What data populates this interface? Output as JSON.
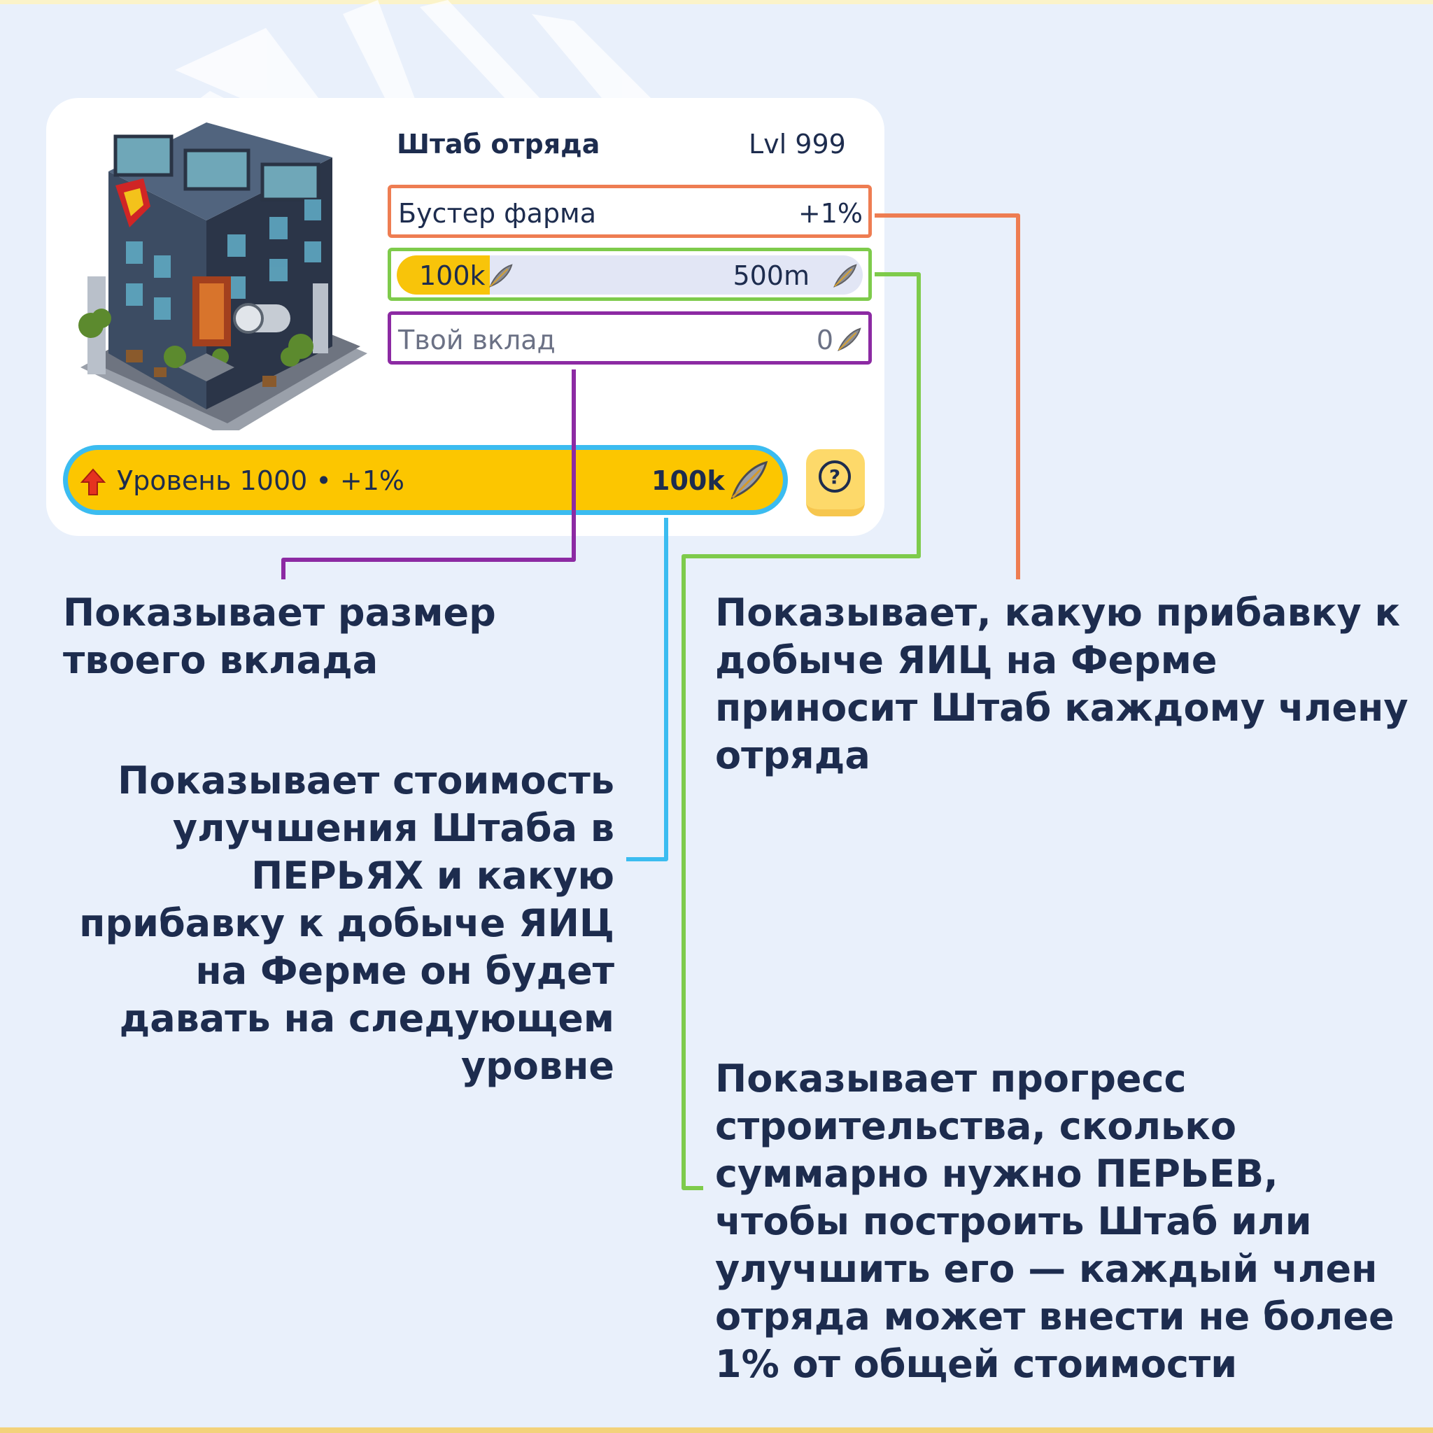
{
  "card": {
    "title": "Штаб отряда",
    "level": "Lvl  999",
    "booster_label": "Бустер фарма",
    "booster_value": "+1%",
    "progress": {
      "current": "100k",
      "total": "500m",
      "fill_fraction": 0.2
    },
    "contribution_label": "Твой вклад",
    "contribution_value": "0",
    "upgrade_label": "Уровень 1000 • +1%",
    "upgrade_cost": "100k",
    "help_symbol": "?"
  },
  "icons": [
    "building-image",
    "feather-icon",
    "up-arrow-icon",
    "question-icon"
  ],
  "colors": {
    "booster_outline": "#ee7d52",
    "progress_outline": "#7ecb4b",
    "contribution_outline": "#8c2aa3",
    "upgrade_outline": "#3bbcf0",
    "accent_yellow": "#fcc600"
  },
  "notes": {
    "contribution": "Показывает размер твоего вклада",
    "booster": "Показывает, какую прибавку к добыче ЯИЦ на Ферме приносит Штаб каждому члену отряда",
    "upgrade": "Показывает стоимость улучшения Штаба в ПЕРЬЯХ и какую прибавку к добыче ЯИЦ на Ферме он будет давать на следующем уровне",
    "progress": "Показывает прогресс строительства, сколько суммарно нужно ПЕРЬЕВ, чтобы построить Штаб или улучшить его — каждый член отряда может внести не более 1% от общей стоимости"
  }
}
